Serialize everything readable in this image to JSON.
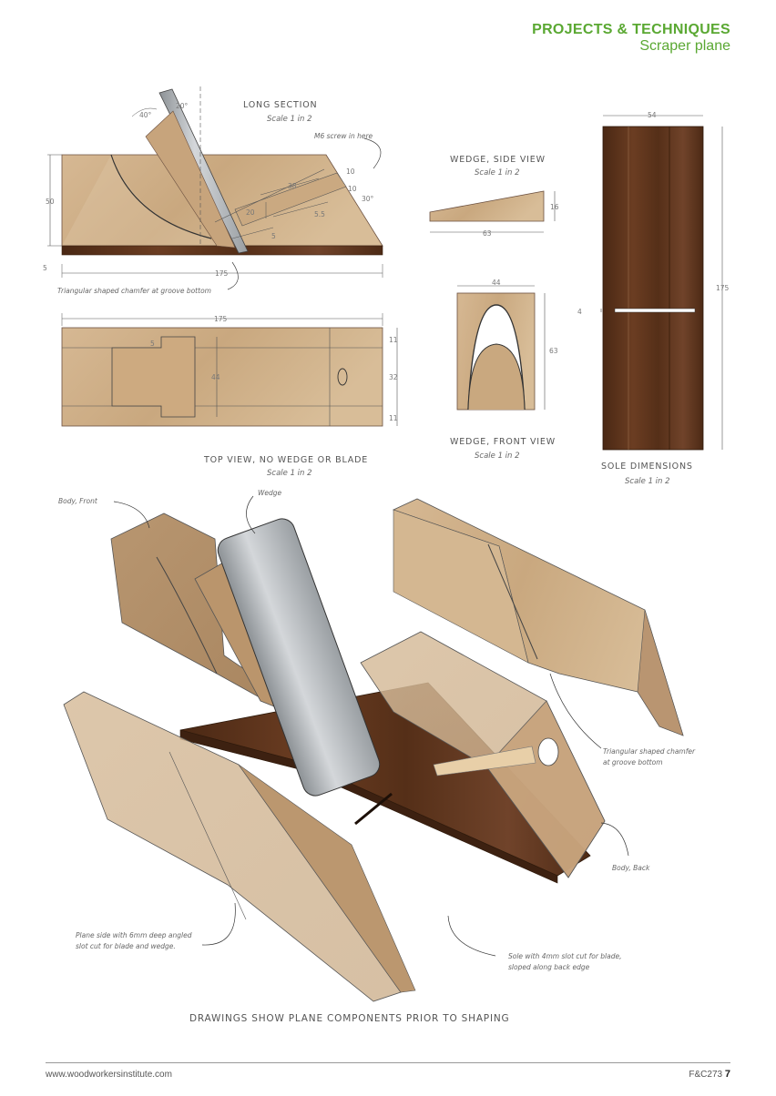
{
  "header": {
    "category": "PROJECTS & TECHNIQUES",
    "subtitle": "Scraper plane"
  },
  "long_section": {
    "title": "LONG SECTION",
    "scale": "Scale 1 in 2",
    "note_screw": "M6 screw in here",
    "chamfer_note": "Triangular shaped chamfer at groove bottom",
    "dims": {
      "angle_40": "40°",
      "angle_20": "20°",
      "d10a": "10",
      "d10b": "10",
      "d38": "38",
      "angle_30": "30°",
      "d20": "20",
      "d55": "5.5",
      "d5": "5",
      "h50": "50",
      "h5": "5",
      "len175": "175"
    }
  },
  "top_view": {
    "title": "TOP VIEW, NO WEDGE OR BLADE",
    "scale": "Scale 1 in 2",
    "dims": {
      "len175": "175",
      "d5": "5",
      "d44": "44",
      "d11a": "11",
      "d32": "32",
      "d11b": "11"
    }
  },
  "wedge_side": {
    "title": "WEDGE, SIDE VIEW",
    "scale": "Scale 1 in 2",
    "dims": {
      "d16": "16",
      "d63": "63"
    }
  },
  "wedge_front": {
    "title": "WEDGE, FRONT VIEW",
    "scale": "Scale 1 in 2",
    "dims": {
      "d44": "44",
      "d63": "63"
    }
  },
  "sole": {
    "title": "SOLE DIMENSIONS",
    "scale": "Scale 1 in 2",
    "dims": {
      "d54": "54",
      "d175": "175",
      "d4": "4"
    }
  },
  "exploded": {
    "body_front": "Body, Front",
    "wedge": "Wedge",
    "chamfer_line1": "Triangular shaped chamfer",
    "chamfer_line2": "at groove bottom",
    "body_back": "Body, Back",
    "side_line1": "Plane side with 6mm deep angled",
    "side_line2": "slot cut for blade and wedge.",
    "sole_line1": "Sole with 4mm slot cut for blade,",
    "sole_line2": "sloped along back edge",
    "caption": "DRAWINGS SHOW PLANE COMPONENTS PRIOR TO SHAPING"
  },
  "footer": {
    "url": "www.woodworkersinstitute.com",
    "issue": "F&C273",
    "page": "7"
  },
  "colors": {
    "accent": "#5aa832",
    "oak": "#d2b48c",
    "walnut": "#5a3520",
    "steel": "#b0b4b8"
  }
}
